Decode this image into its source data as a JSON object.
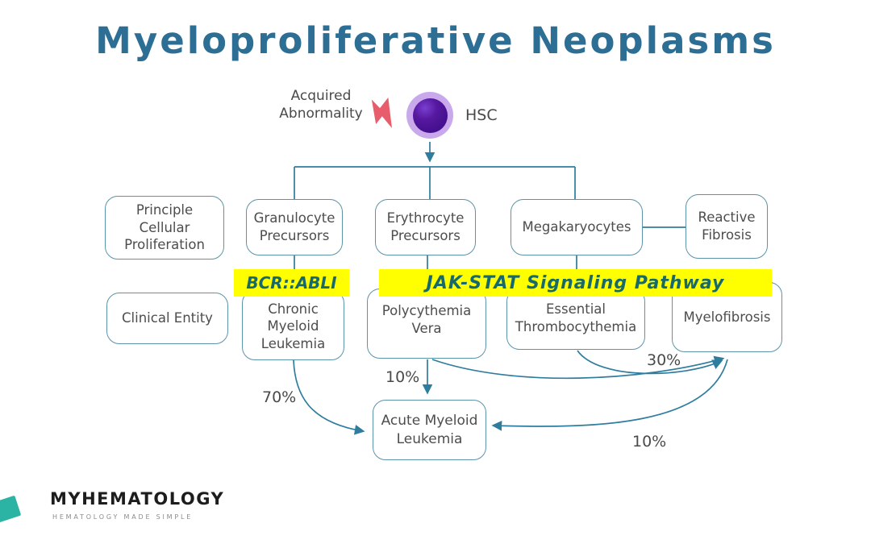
{
  "title": {
    "text": "Myeloproliferative Neoplasms",
    "color": "#2d6f94"
  },
  "hsc": {
    "abnormality_label": "Acquired Abnormality",
    "cell_label": "HSC",
    "bolt_color": "#e85d6b",
    "cell_outer_color": "#c9a9ec",
    "cell_inner_color": "#45108f"
  },
  "diagram": {
    "row_headers": {
      "proliferation": "Principle Cellular Proliferation",
      "clinical": "Clinical Entity"
    },
    "precursors": [
      {
        "label": "Granulocyte Precursors"
      },
      {
        "label": "Erythrocyte Precursors"
      },
      {
        "label": "Megakaryocytes"
      },
      {
        "label": "Reactive Fibrosis"
      }
    ],
    "pathways": [
      {
        "label": "BCR::ABLI",
        "highlight": "#ffff00",
        "text_color": "#17696b"
      },
      {
        "label": "JAK-STAT Signaling Pathway",
        "highlight": "#ffff00",
        "text_color": "#17696b"
      }
    ],
    "entities": [
      {
        "label": "Chronic Myeloid Leukemia"
      },
      {
        "label": "Polycythemia Vera"
      },
      {
        "label": "Essential Thrombocythemia"
      },
      {
        "label": "Myelofibrosis"
      }
    ],
    "aml_label": "Acute Myeloid Leukemia",
    "transformations": [
      {
        "from": "Chronic Myeloid Leukemia",
        "to": "Acute Myeloid Leukemia",
        "rate": "70%"
      },
      {
        "from": "Polycythemia Vera",
        "to": "Acute Myeloid Leukemia",
        "rate": "10%"
      },
      {
        "from": "Essential Thrombocythemia",
        "to": "Myelofibrosis",
        "rate": "30%"
      },
      {
        "from": "Myelofibrosis",
        "to": "Acute Myeloid Leukemia",
        "rate": "10%"
      }
    ],
    "line_color": "#2e7d9e",
    "box_border_color": "#5b93a8",
    "text_color": "#4d4d4d"
  },
  "footer": {
    "brand": "MYHEMATOLOGY",
    "tagline": "HEMATOLOGY MADE SIMPLE",
    "accent_color": "#2bb3a3"
  }
}
